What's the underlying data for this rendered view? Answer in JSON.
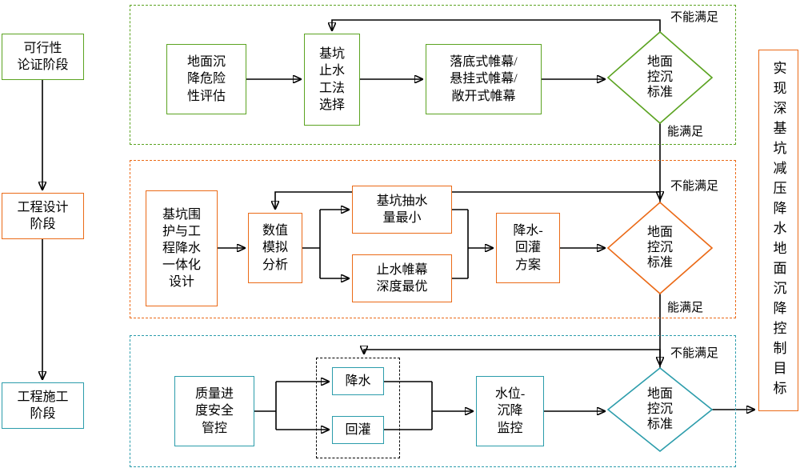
{
  "colors": {
    "green": "#5ba321",
    "orange": "#eb6a17",
    "teal": "#2b9cab",
    "line": "#000000"
  },
  "phases": [
    {
      "label": "可行性\n论证阶段"
    },
    {
      "label": "工程设计\n阶段"
    },
    {
      "label": "工程施工\n阶段"
    }
  ],
  "goal": {
    "label": "实现深基坑减压降水地面沉降控制目标"
  },
  "feasibility": {
    "risk_assessment": "地面沉\n降危险\n性评估",
    "waterstop_method": "基坑\n止水\n工法\n选择",
    "curtain_types": "落底式帷幕/\n悬挂式帷幕/\n敞开式帷幕",
    "decision": "地面\n控沉\n标准",
    "not_satisfied": "不能满足",
    "satisfied": "能满足"
  },
  "design": {
    "integrated_design": "基坑围\n护与工\n程降水\n一体化\n设计",
    "numerical_simulation": "数值\n模拟\n分析",
    "min_pumping": "基坑抽水\n量最小",
    "optimal_curtain_depth": "止水帷幕\n深度最优",
    "dewater_recharge_plan": "降水-\n回灌\n方案",
    "decision": "地面\n控沉\n标准",
    "not_satisfied": "不能满足",
    "satisfied": "能满足"
  },
  "construction": {
    "quality_control": "质量进\n度安全\n管控",
    "dewatering": "降水",
    "recharge": "回灌",
    "monitoring": "水位-\n沉降\n监控",
    "decision": "地面\n控沉\n标准",
    "not_satisfied": "不能满足"
  }
}
